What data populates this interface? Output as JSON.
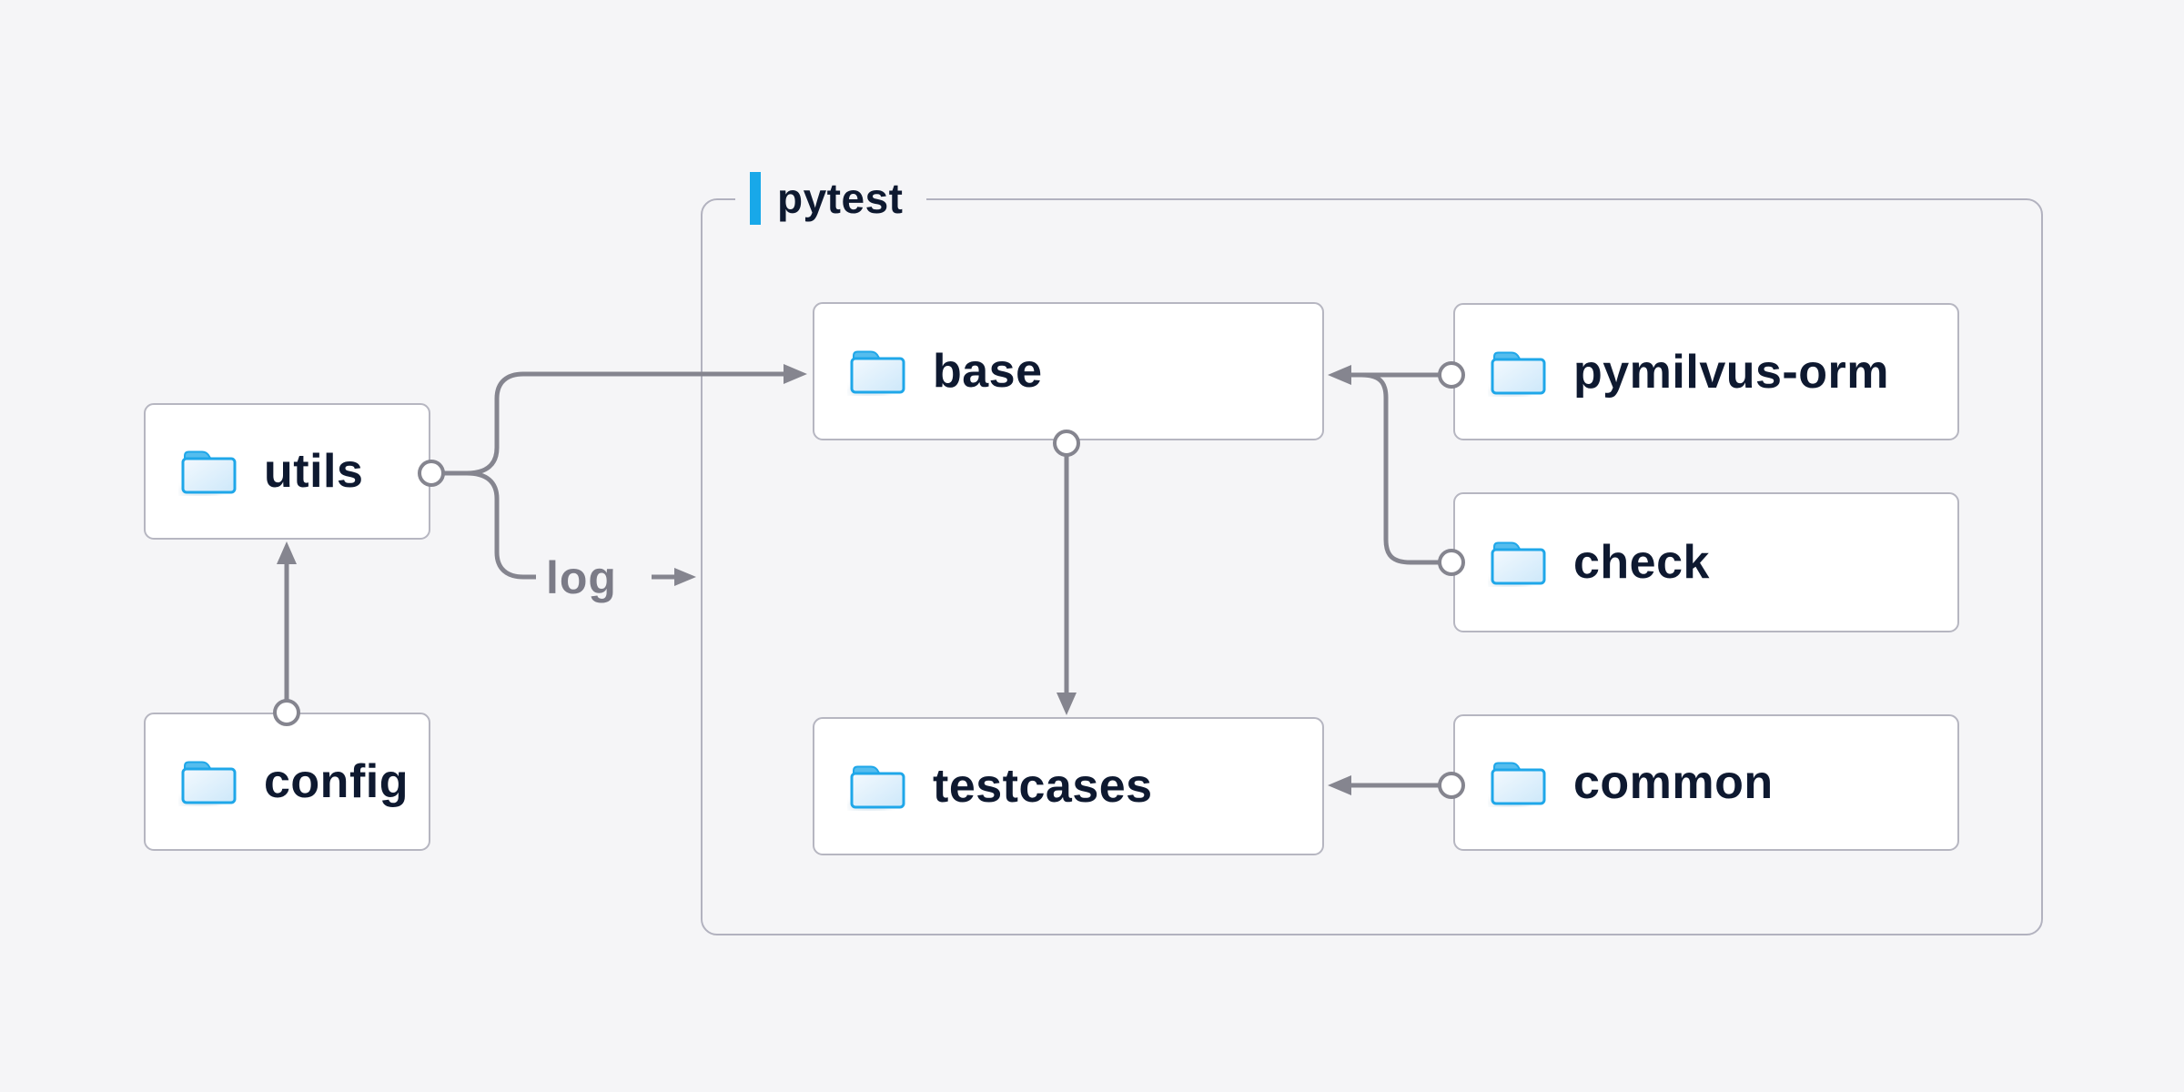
{
  "canvas": {
    "background": "#f5f5f7"
  },
  "diagram": {
    "group": {
      "label": "pytest",
      "accent_color": "#18a8e9"
    },
    "nodes": [
      {
        "id": "utils",
        "label": "utils",
        "icon": "folder-icon"
      },
      {
        "id": "config",
        "label": "config",
        "icon": "folder-icon"
      },
      {
        "id": "base",
        "label": "base",
        "icon": "folder-icon"
      },
      {
        "id": "pymilvus-orm",
        "label": "pymilvus-orm",
        "icon": "folder-icon"
      },
      {
        "id": "check",
        "label": "check",
        "icon": "folder-icon"
      },
      {
        "id": "testcases",
        "label": "testcases",
        "icon": "folder-icon"
      },
      {
        "id": "common",
        "label": "common",
        "icon": "folder-icon"
      }
    ],
    "edges": [
      {
        "from": "config",
        "to": "utils",
        "label": ""
      },
      {
        "from": "utils",
        "to": "base",
        "label": ""
      },
      {
        "from": "utils",
        "to": "pytest-group",
        "label": "log"
      },
      {
        "from": "pymilvus-orm",
        "to": "base",
        "label": ""
      },
      {
        "from": "check",
        "to": "base",
        "label": ""
      },
      {
        "from": "base",
        "to": "testcases",
        "label": ""
      },
      {
        "from": "common",
        "to": "testcases",
        "label": ""
      }
    ],
    "log_label": "log",
    "colors": {
      "node_text": "#0e1930",
      "node_border": "#b6b6c1",
      "node_background": "#ffffff",
      "group_border": "#b2b2bf",
      "connector": "#85858f",
      "accent_blue": "#18a8e9",
      "folder_outline": "#1fa7e9",
      "folder_tab": "#55bdee",
      "log_text": "#7b7b87"
    }
  }
}
